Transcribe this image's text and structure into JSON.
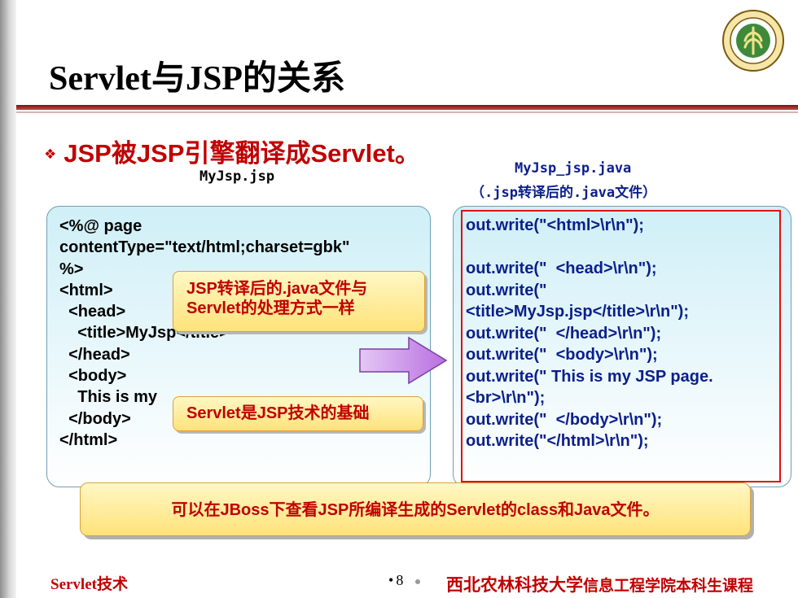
{
  "slide": {
    "title": "Servlet与JSP的关系",
    "bullet": "JSP被JSP引擎翻译成Servlet。",
    "left_file_label": "MyJsp.jsp",
    "right_file_label_1": "MyJsp_jsp.java",
    "right_file_label_2": "（.jsp转译后的.java文件）",
    "left_code": "<%@ page\ncontentType=\"text/html;charset=gbk\"\n%>\n<html>\n  <head>\n    <title>MyJsp</title>\n  </head>\n  <body>\n    This is my\n  </body>\n</html>",
    "right_code": "out.write(\"<html>\\r\\n\");\n\nout.write(\"  <head>\\r\\n\");\nout.write(\"\n<title>MyJsp.jsp</title>\\r\\n\");\nout.write(\"  </head>\\r\\n\");\nout.write(\"  <body>\\r\\n\");\nout.write(\" This is my JSP page.\n<br>\\r\\n\");\nout.write(\"  </body>\\r\\n\");\nout.write(\"</html>\\r\\n\");",
    "callout_1": "JSP转译后的.java文件与Servlet的处理方式一样",
    "callout_2": "Servlet是JSP技术的基础",
    "bottom_note": "可以在JBoss下查看JSP所编译生成的Servlet的class和Java文件。"
  },
  "footer": {
    "course": "Servlet技术",
    "page_number": "8",
    "university": "西北农林科技大学",
    "department": "信息工程学院本科生课程"
  },
  "colors": {
    "accent_red": "#c00000",
    "code_blue": "#0b1f8a",
    "frame_red": "#e01010"
  },
  "icons": {
    "bullet": "diamond-bullet-icon",
    "logo": "university-logo-icon",
    "arrow": "right-arrow-icon"
  }
}
